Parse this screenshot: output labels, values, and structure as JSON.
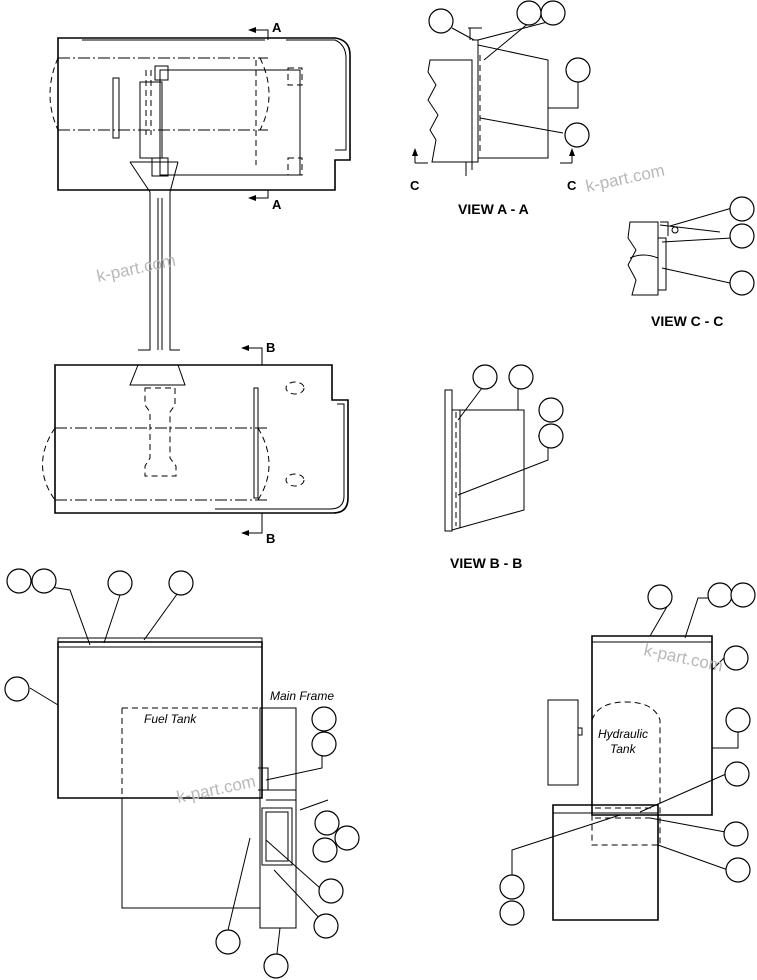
{
  "section_labels": {
    "a_top": "A",
    "a_bottom": "A",
    "b_top": "B",
    "b_bottom": "B",
    "c_left": "C",
    "c_right": "C"
  },
  "views": {
    "view_a": "VIEW A - A",
    "view_b": "VIEW B - B",
    "view_c": "VIEW C - C"
  },
  "part_labels": {
    "main_frame": "Main Frame",
    "fuel_tank": "Fuel Tank",
    "hydraulic_tank_line1": "Hydraulic",
    "hydraulic_tank_line2": "Tank"
  },
  "watermark": "k-part.com",
  "colors": {
    "line": "#000000",
    "watermark": "#b8b8b8",
    "background": "#ffffff"
  }
}
